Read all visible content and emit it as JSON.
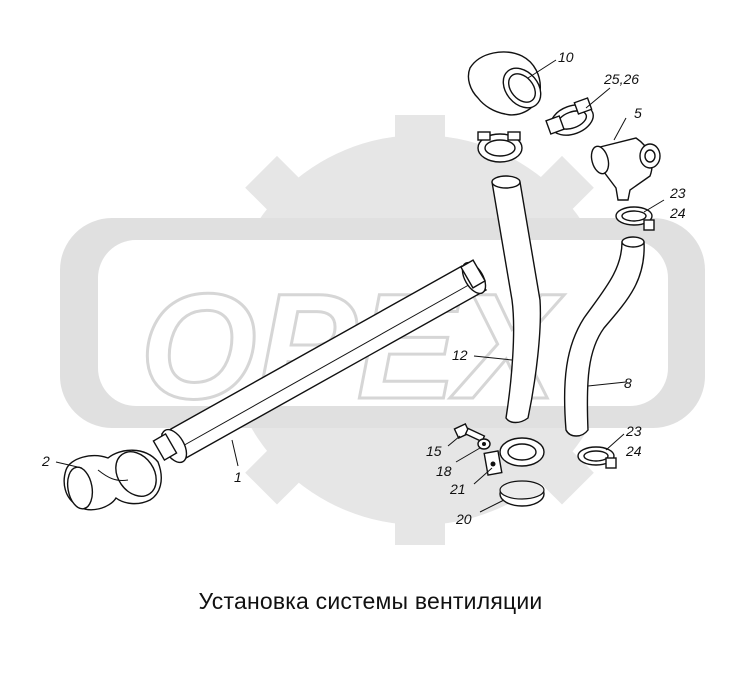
{
  "watermark": {
    "text": "OPEX"
  },
  "caption": "Установка системы вентиляции",
  "callouts": {
    "c1": "1",
    "c2": "2",
    "c5": "5",
    "c8": "8",
    "c10": "10",
    "c12": "12",
    "c15": "15",
    "c18": "18",
    "c20": "20",
    "c21": "21",
    "c23a": "23",
    "c24a": "24",
    "c23b": "23",
    "c24b": "24",
    "c2526": "25,26"
  },
  "colors": {
    "watermark_fill": "#e3e3e3",
    "line": "#111111"
  }
}
